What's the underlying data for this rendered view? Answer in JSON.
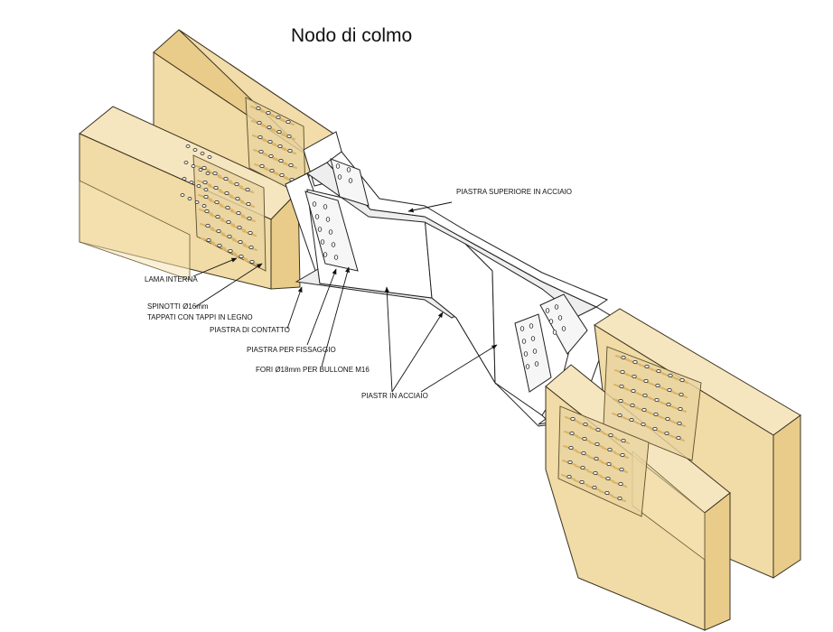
{
  "title": "Nodo di colmo",
  "labels": {
    "piastra_superiore": "PIASTRA SUPERIORE IN ACCIAIO",
    "lama_interna": "LAMA INTERNA",
    "spinotti_1": "SPINOTTI Ø16mm",
    "spinotti_2": "TAPPATI CON TAPPI IN LEGNO",
    "piastra_contatto": "PIASTRA DI CONTATTO",
    "piastra_fissaggio": "PIASTRA PER FISSAGGIO",
    "fori": "FORI Ø18mm PER BULLONE M16",
    "piastr_acciaio": "PIASTR IN ACCIAIO"
  },
  "colors": {
    "wood": "#f1dba6",
    "wood_dark": "#e9cc8a",
    "steel": "#ffffff",
    "line": "#222222"
  }
}
